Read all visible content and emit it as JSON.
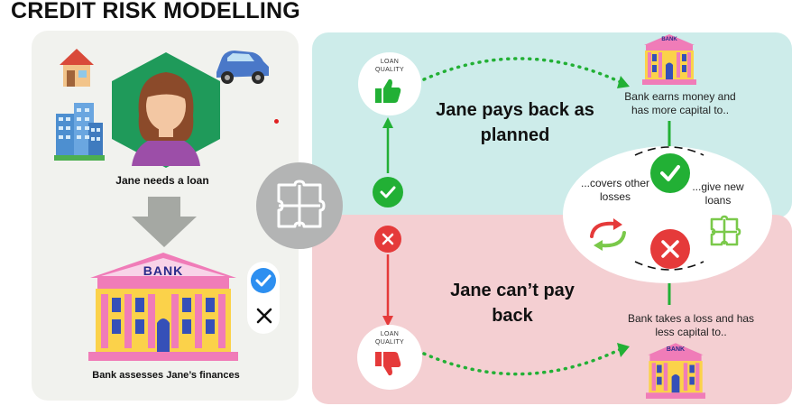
{
  "title": "CREDIT RISK MODELLING",
  "left": {
    "need_loan": "Jane needs a loan",
    "bank_sign": "BANK",
    "assess": "Bank assesses Jane’s finances"
  },
  "top": {
    "loan_quality": "LOAN QUALITY",
    "headline": "Jane pays back as planned",
    "bank_sign": "BANK",
    "caption": "Bank earns money and has more capital to.."
  },
  "center": {
    "covers": "...covers other losses",
    "give": "...give new loans"
  },
  "bottom": {
    "loan_quality": "LOAN QUALITY",
    "headline": "Jane can’t pay back",
    "bank_sign": "BANK",
    "caption": "Bank takes a loss and has less capital to.."
  },
  "colors": {
    "green": "#22b035",
    "red": "#e53a3a",
    "teal_panel": "#cdecea",
    "pink_panel": "#f4cfd2",
    "left_panel": "#f1f2ee"
  }
}
